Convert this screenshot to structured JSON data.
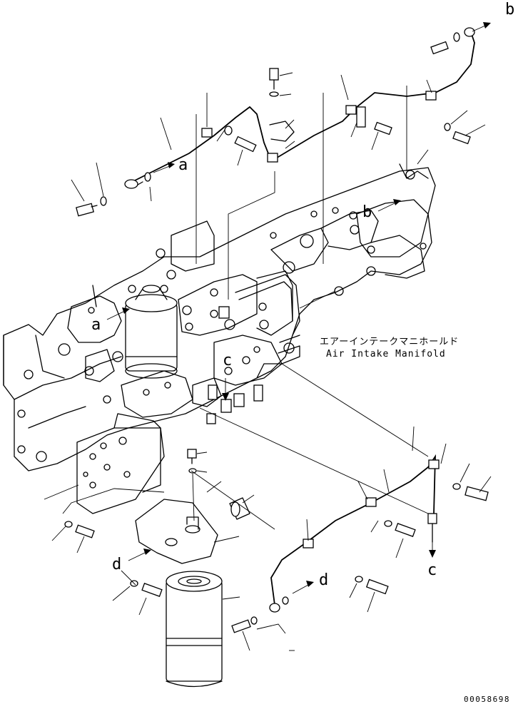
{
  "annotations": {
    "manifold_label_jp": "エアーインテークマニホールド",
    "manifold_label_en": "Air Intake Manifold",
    "drawing_number": "00058698"
  },
  "connection_markers": {
    "a": "a",
    "b": "b",
    "c": "c",
    "d": "d"
  }
}
